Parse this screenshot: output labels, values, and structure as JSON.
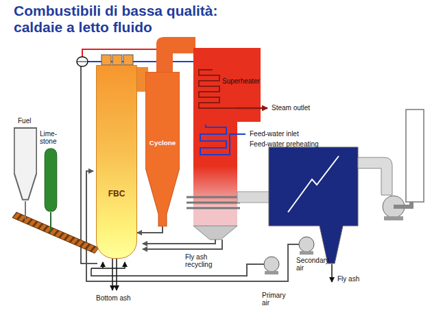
{
  "diagram": {
    "title": "Combustibili di bassa qualità: caldaie a letto fluido",
    "nodes": [
      {
        "text": [
          "Fuel"
        ]
      },
      {
        "text": [
          "Lime- stone"
        ]
      },
      {
        "text": [
          "FBC"
        ]
      },
      {
        "text": [
          "Cyclone"
        ]
      }
    ],
    "edges": [
      {
        "from": 3,
        "to": 2,
        "arrow": "to"
      }
    ],
    "labels": [
      "Steam outlet",
      "Superheater",
      "Feed-water inlet",
      "Feed-water preheating",
      "Fly ash recycling",
      "Bottom ash",
      "Fly ash",
      "Primary air",
      "Secondary air"
    ]
  }
}
